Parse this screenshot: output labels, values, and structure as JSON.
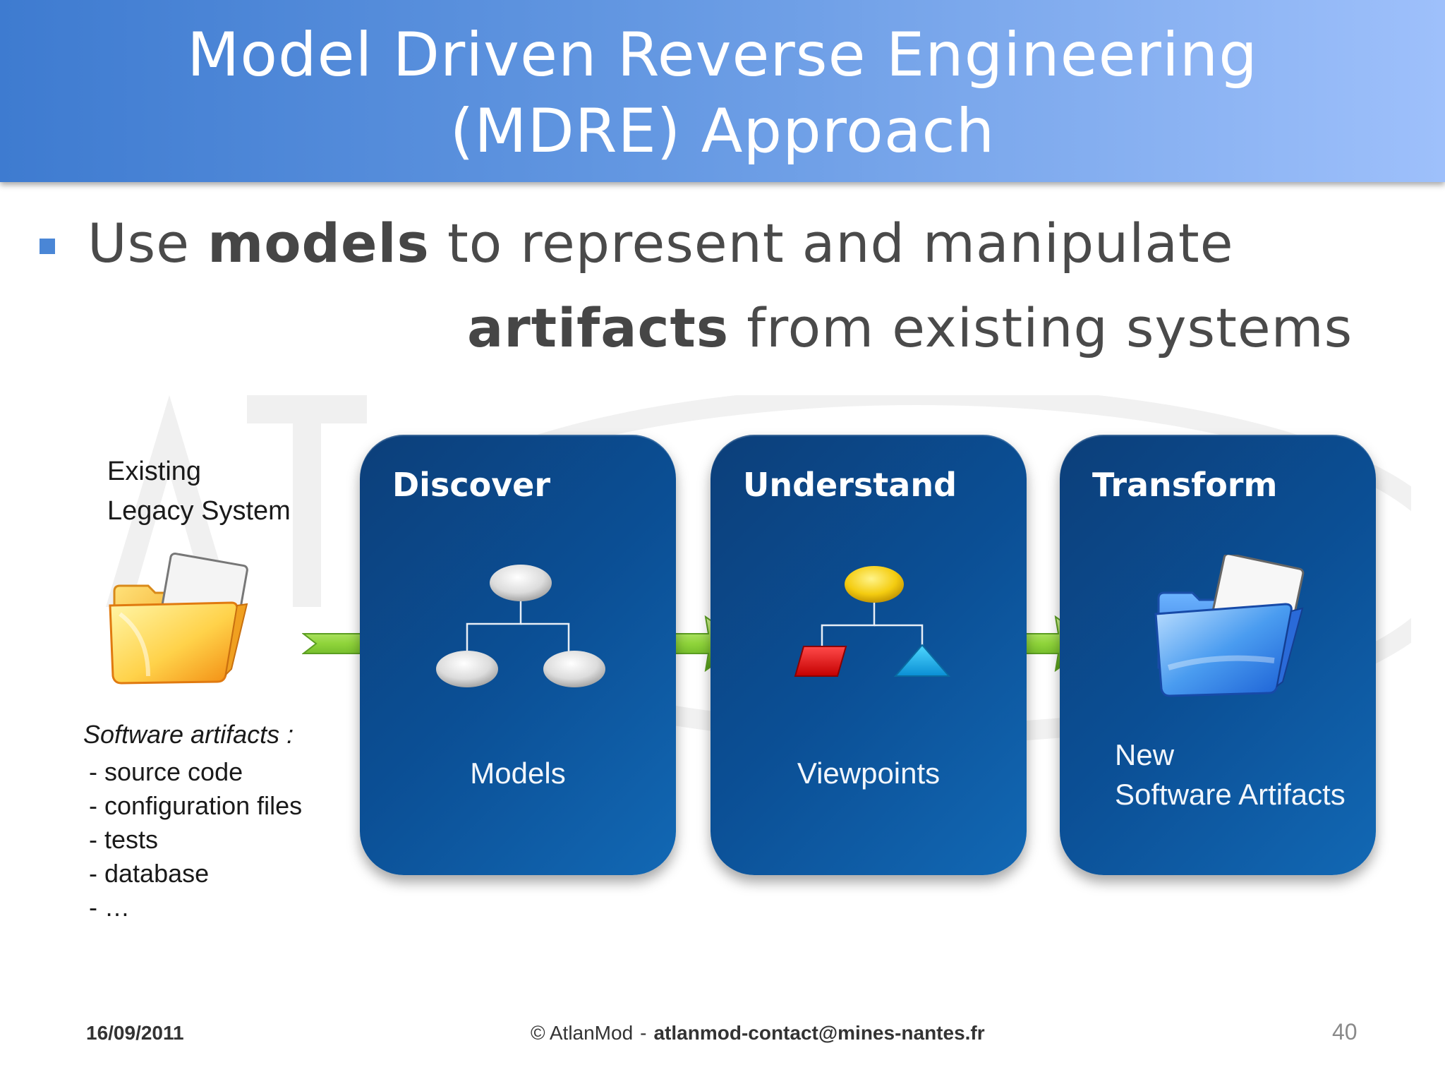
{
  "title": {
    "line1": "Model Driven Reverse Engineering",
    "line2": "(MDRE) Approach"
  },
  "bullet": {
    "part1": "Use ",
    "bold1": "models",
    "part2": " to represent and manipulate",
    "bold2": "artifacts",
    "part3": " from existing systems"
  },
  "legacy": {
    "title_line1": "Existing",
    "title_line2": "Legacy System",
    "artifacts_heading": "Software artifacts :",
    "artifacts": [
      "source code",
      "configuration files",
      "tests",
      "database",
      "…"
    ]
  },
  "stages": [
    {
      "title": "Discover",
      "caption": "Models"
    },
    {
      "title": "Understand",
      "caption": "Viewpoints"
    },
    {
      "title": "Transform",
      "caption_line1": "New",
      "caption_line2": "Software Artifacts"
    }
  ],
  "footer": {
    "date": "16/09/2011",
    "copyright": "© AtlanMod",
    "separator": "-",
    "email": "atlanmod-contact@mines-nantes.fr",
    "page": "40"
  },
  "colors": {
    "header_start": "#3e7bd0",
    "header_end": "#9ec0fb",
    "stage_blue": "#0b4f95",
    "arrow_green": "#8fd43a",
    "bullet_blue": "#4a86d6"
  }
}
